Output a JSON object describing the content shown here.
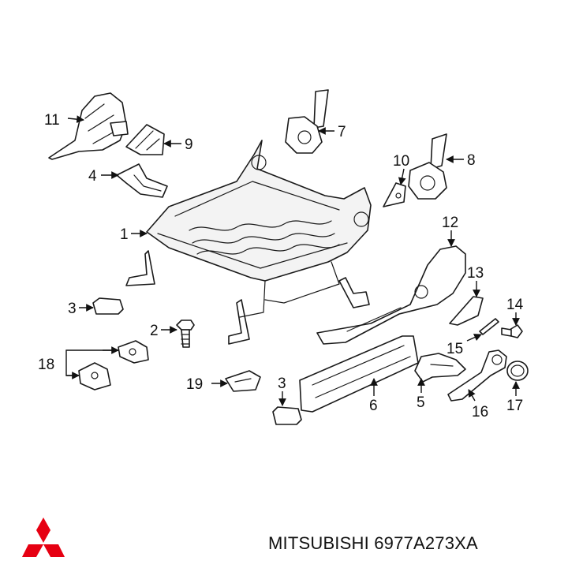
{
  "diagram": {
    "callouts": [
      "1",
      "2",
      "3",
      "3",
      "4",
      "5",
      "6",
      "7",
      "8",
      "9",
      "10",
      "11",
      "12",
      "13",
      "14",
      "15",
      "16",
      "17",
      "18",
      "19"
    ]
  },
  "footer": {
    "brand_text": "MITSUBISHI 6977A273XA",
    "logo_color": "#e60012"
  },
  "colors": {
    "line": "#1a1a1a",
    "background": "#ffffff"
  }
}
